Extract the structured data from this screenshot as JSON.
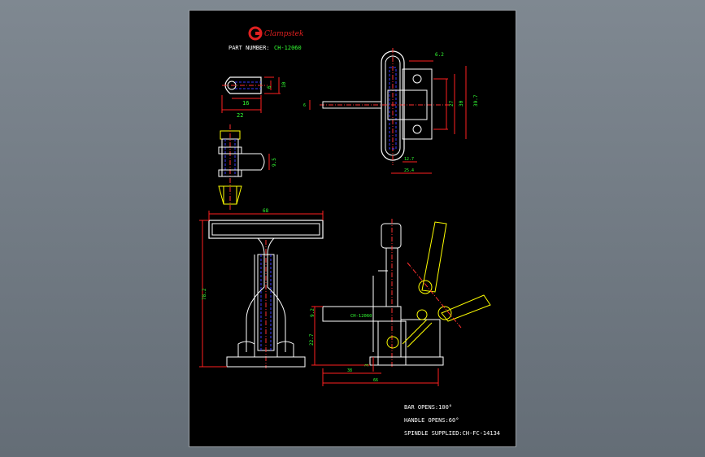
{
  "brand": {
    "logo_text": "Clampstek",
    "logo_color": "#e02020"
  },
  "part_number_label": "PART NUMBER:",
  "part_number_value": "CH-12060",
  "colors": {
    "outline": "#ffffff",
    "hidden": "#3a3aff",
    "dimension": "#ff2020",
    "dim_text": "#33ff33",
    "center": "#ff3030",
    "accent": "#ffff00",
    "note_text": "#ffffff"
  },
  "dimensions": {
    "top_left": [
      "6",
      "10",
      "16",
      "22"
    ],
    "side_bolt": [
      "9.5"
    ],
    "front_top": [
      "6.2",
      "27",
      "30",
      "39.7",
      "12.7",
      "25.4",
      "6"
    ],
    "bottom_left": [
      "68",
      "78.2"
    ],
    "bottom_right": [
      "9.2",
      "22.7",
      "3",
      "38",
      "66"
    ]
  },
  "bar_label": "CH-12060",
  "notes": [
    "BAR OPENS:100°",
    "HANDLE OPENS:60°",
    "SPINDLE SUPPLIED:CH-FC-14134"
  ]
}
